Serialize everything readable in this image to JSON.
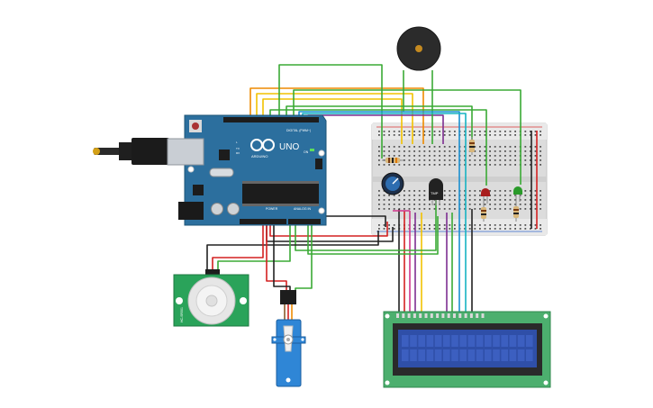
{
  "arduino": {
    "board_name": "UNO",
    "brand": "ARDUINO",
    "digital_header": "DIGITAL (PWM~)",
    "power_header": "POWER",
    "analog_header": "ANALOG IN",
    "on_label": "ON",
    "tx_label": "TX",
    "rx_label": "RX",
    "l_label": "L"
  },
  "sensor": {
    "label": "TMP"
  },
  "pir": {
    "side_label": "HC-SR501"
  },
  "colors": {
    "board": "#2c6f9e",
    "breadboard": "#e0e0e0",
    "lcd_pcb": "#4caf6e",
    "lcd_screen": "#2f4fa8",
    "pir_pcb": "#2aa35a",
    "servo": "#2f86d6",
    "wire_green": "#3aaa35",
    "wire_red": "#d32020",
    "wire_black": "#222222",
    "wire_yellow": "#f2c200",
    "wire_orange": "#ee8a00",
    "wire_purple": "#7d2e91",
    "wire_blue": "#1a8fd0",
    "wire_pink": "#d0348a",
    "wire_cyan": "#17b3c2"
  }
}
